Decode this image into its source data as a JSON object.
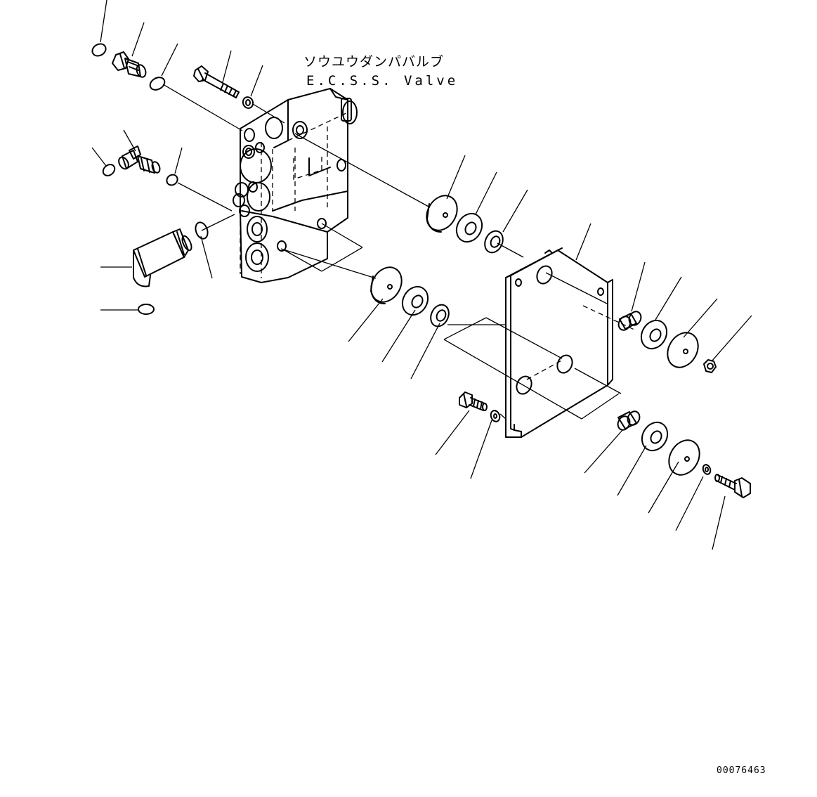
{
  "diagram": {
    "title_jp": "ソウユウダンパバルブ",
    "title_en": "E.C.S.S. Valve",
    "drawing_number": "00076463",
    "line_color": "#000000",
    "background_color": "#ffffff"
  }
}
